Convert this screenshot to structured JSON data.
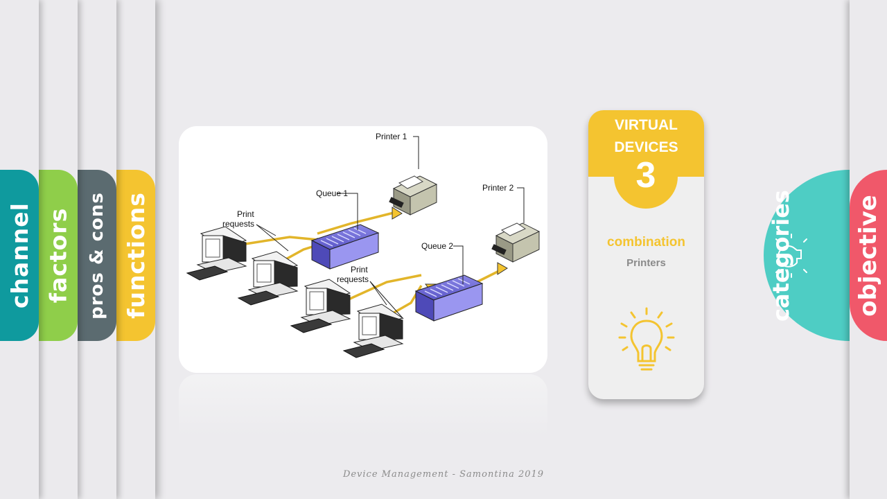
{
  "left_tabs": [
    {
      "label": "channel",
      "color": "#0f9a9e"
    },
    {
      "label": "factors",
      "color": "#8fce4a"
    },
    {
      "label": "pros & cons",
      "color": "#5b6b70"
    },
    {
      "label": "functions",
      "color": "#f4c430"
    }
  ],
  "right_tabs": [
    {
      "label": "categories",
      "color": "#4ecdc4",
      "icon": "lightbulb-icon"
    },
    {
      "label": "objective",
      "color": "#f0586a"
    }
  ],
  "diagram": {
    "printer1": "Printer 1",
    "printer2": "Printer 2",
    "queue1": "Queue 1",
    "queue2": "Queue 2",
    "print_requests_1": [
      "Print",
      "requests"
    ],
    "print_requests_2": [
      "Print",
      "requests"
    ]
  },
  "info_card": {
    "title_line1": "VIRTUAL",
    "title_line2": "DEVICES",
    "number": "3",
    "subtitle": "combination",
    "detail": "Printers",
    "accent": "#f4c430",
    "icon": "lightbulb-icon"
  },
  "footer": "Device Management - Samontina 2019"
}
